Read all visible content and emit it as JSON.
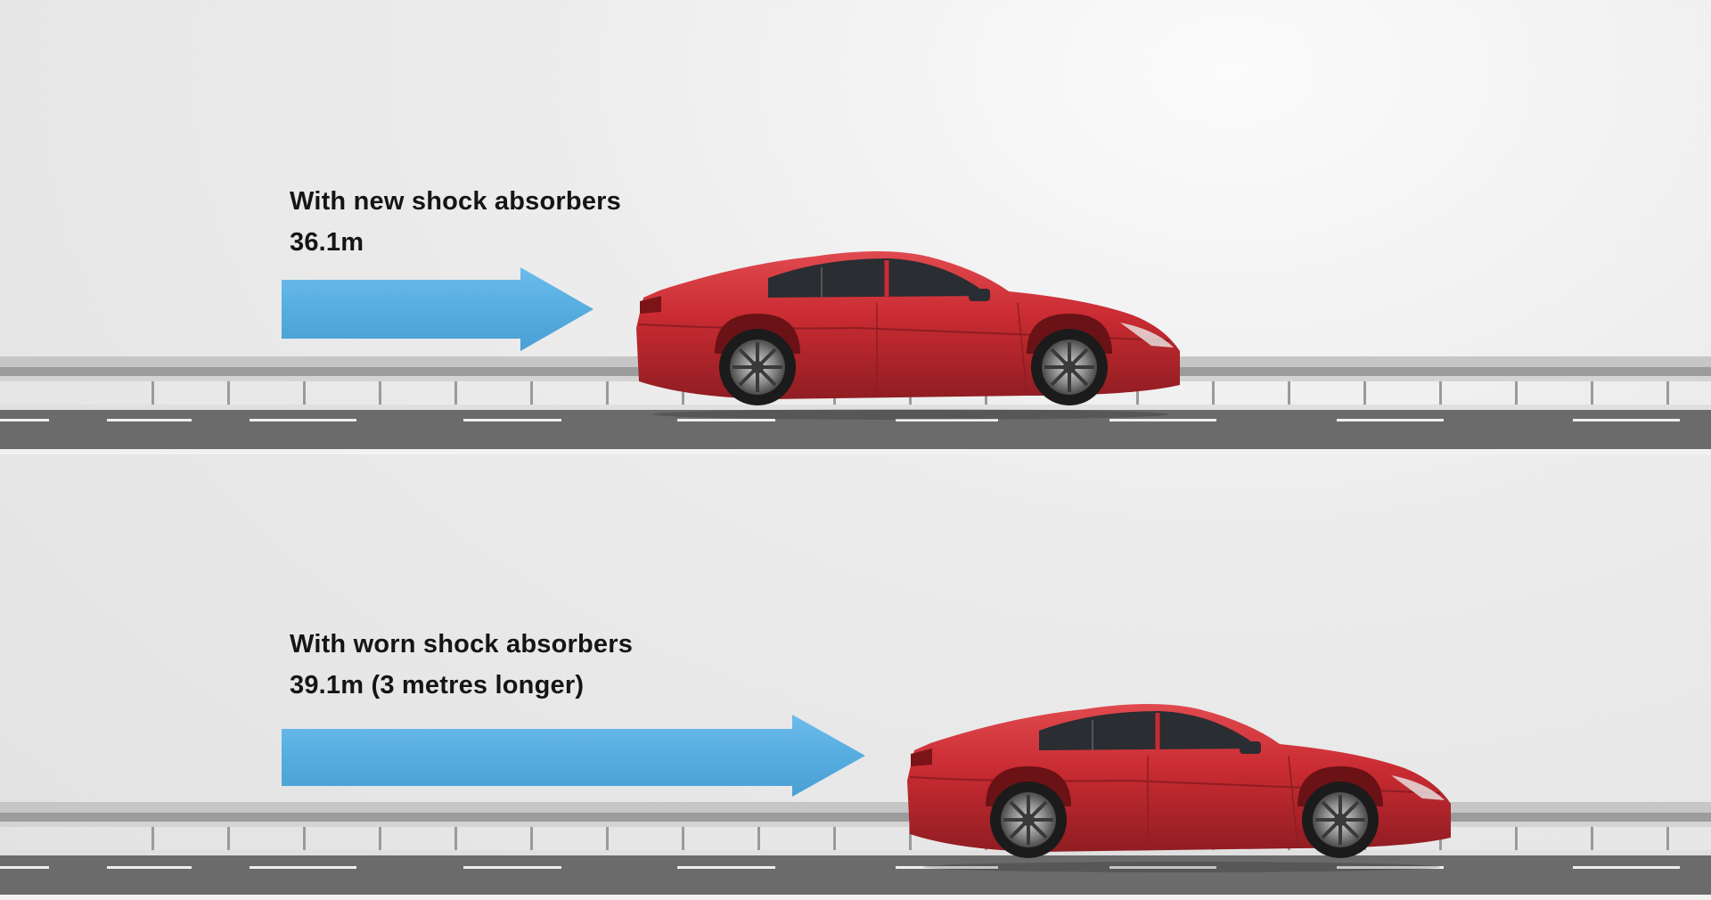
{
  "scenarios": [
    {
      "label": "With new shock absorbers",
      "distance_text": "36.1m",
      "distance_m": 36.1
    },
    {
      "label": "With worn shock absorbers",
      "distance_text": "39.1m (3 metres longer)",
      "distance_m": 39.1
    }
  ],
  "colors": {
    "arrow": "#5aafe0",
    "car_body": "#c92b32",
    "road": "#6b6b6b",
    "guardrail": "#b9b9b9"
  },
  "icons": [
    "arrow-right-icon",
    "car-icon",
    "guardrail",
    "road"
  ]
}
